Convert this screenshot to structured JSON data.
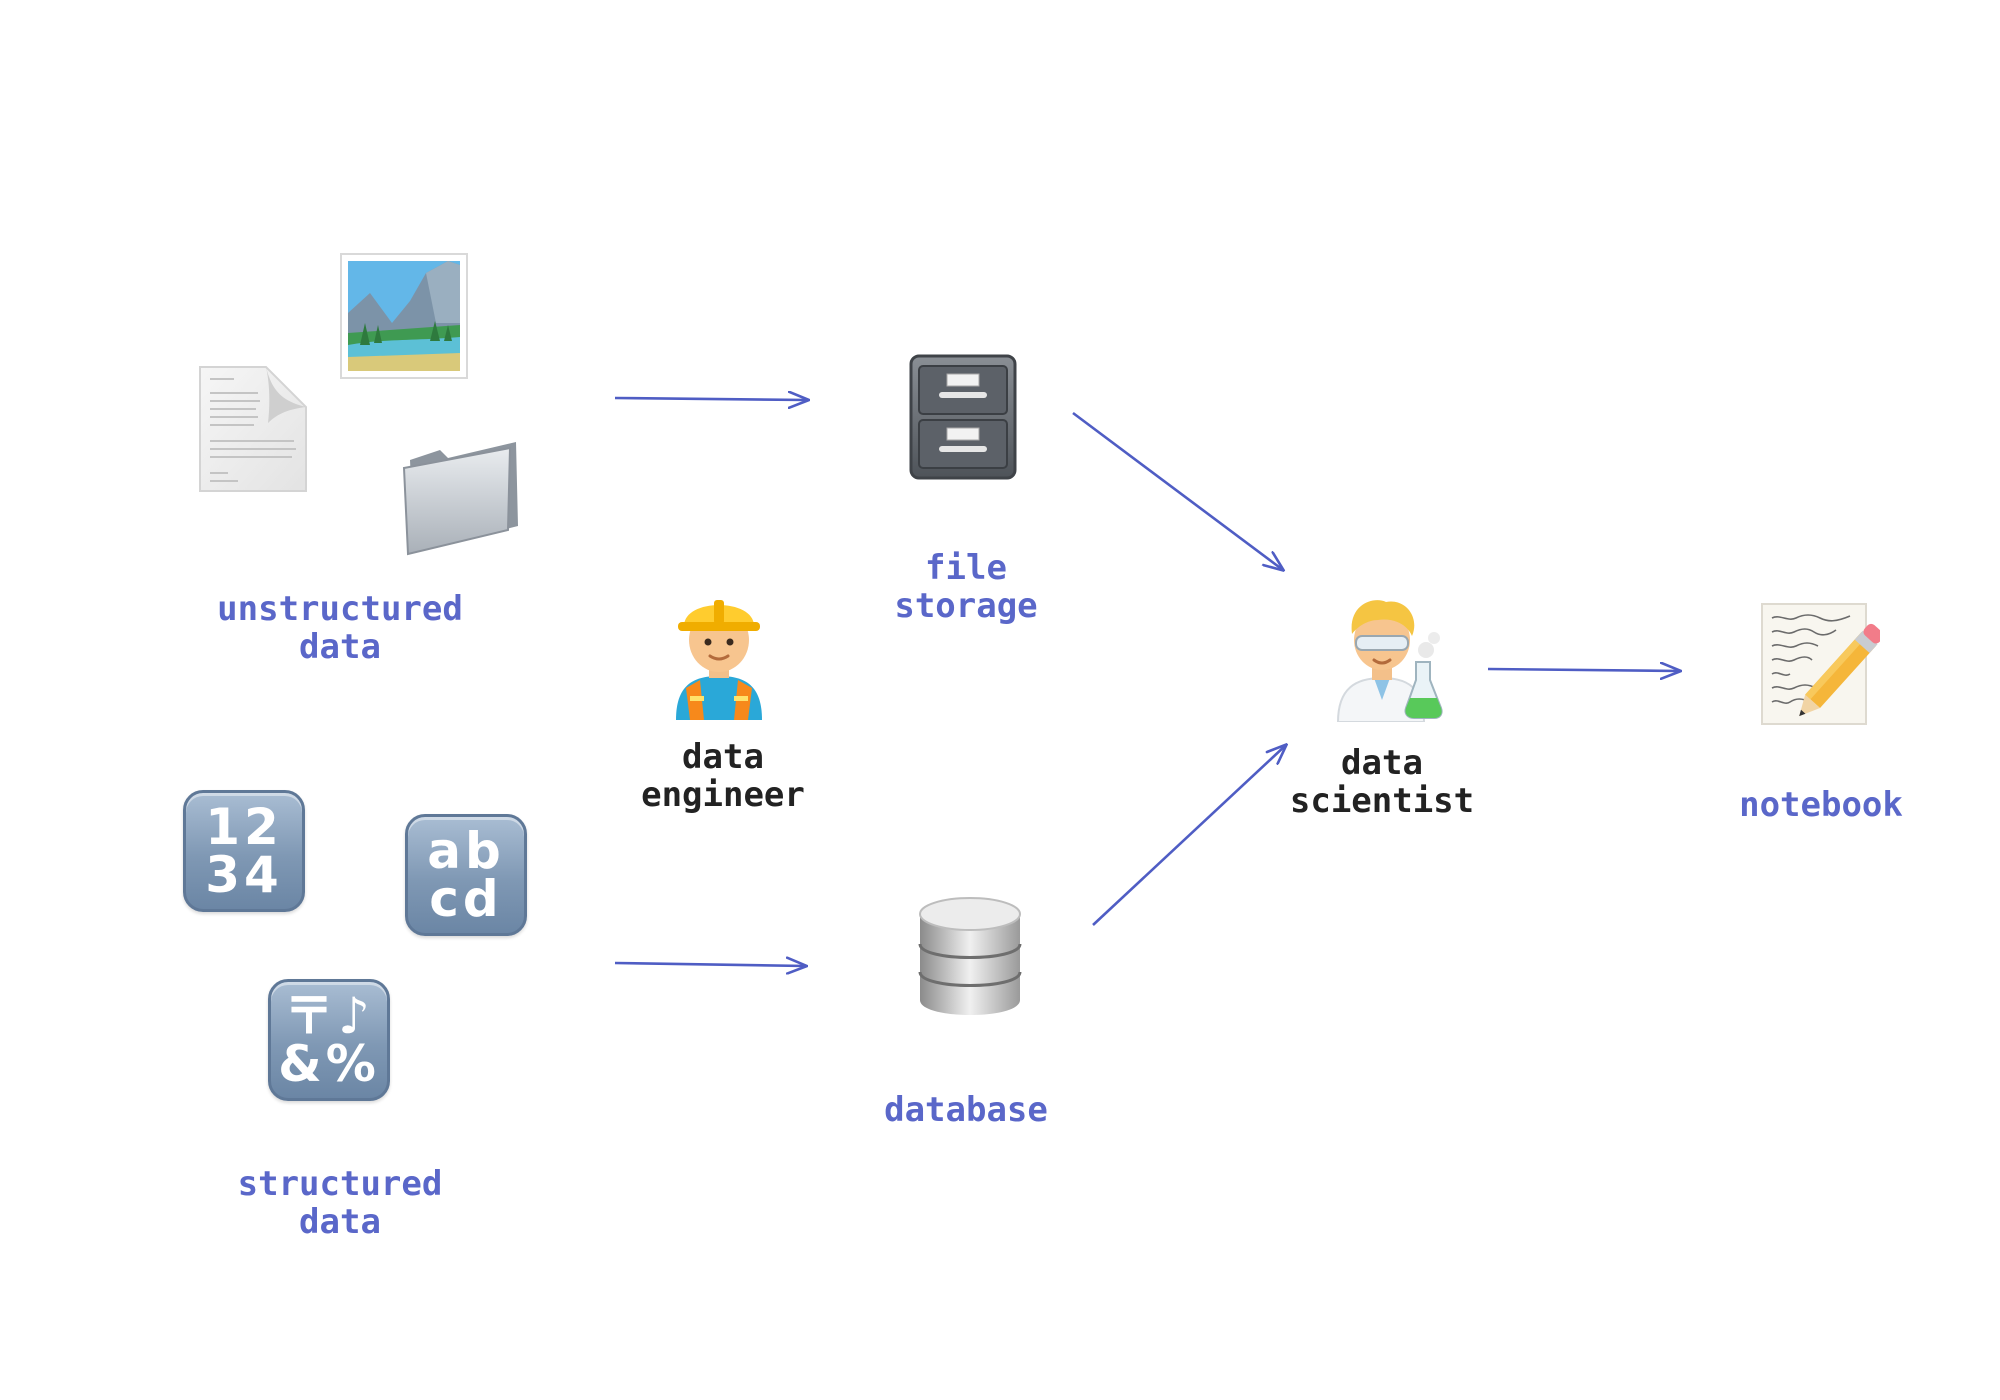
{
  "colors": {
    "accent": "#5a67c9",
    "dark": "#222222",
    "arrow": "#4f5dc4"
  },
  "labels": {
    "unstructured": [
      "unstructured",
      "data"
    ],
    "structured": [
      "structured",
      "data"
    ],
    "file_storage": [
      "file",
      "storage"
    ],
    "database": [
      "database"
    ],
    "data_engineer": [
      "data",
      "engineer"
    ],
    "data_scientist": [
      "data",
      "scientist"
    ],
    "notebook": [
      "notebook"
    ]
  },
  "keycaps": {
    "numbers": [
      "12",
      "34"
    ],
    "letters": [
      "ab",
      "cd"
    ],
    "symbols": [
      "〒♪",
      "&%"
    ]
  },
  "icons": {
    "document": "document-icon",
    "picture": "framed-picture-icon",
    "folder": "folder-icon",
    "file_cabinet": "file-cabinet-icon",
    "database": "database-icon",
    "construction_worker": "construction-worker-icon",
    "scientist": "scientist-icon",
    "notebook": "memo-icon"
  }
}
